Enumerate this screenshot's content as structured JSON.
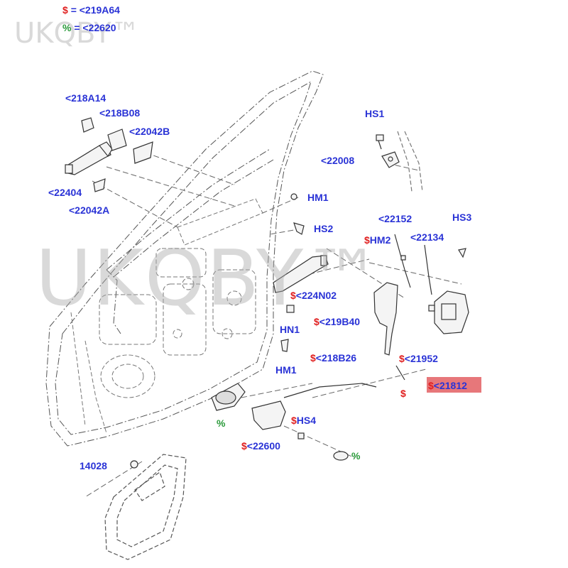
{
  "legend": {
    "dollar_symbol": "$",
    "dollar_text": "= <219A64",
    "pct_symbol": "%",
    "pct_text": "= <22620"
  },
  "watermark": {
    "small": "UKQBY™",
    "large": "UKQBY™"
  },
  "symbols": {
    "dollar": "$",
    "pct": "%"
  },
  "colors": {
    "label_blue": "#2a33d6",
    "symbol_red": "#e02020",
    "symbol_green": "#2a9a3a",
    "highlight": "#e7777a"
  },
  "labels": {
    "l218A14": "<218A14",
    "l218B08": "<218B08",
    "l22042B": "<22042B",
    "l22404": "<22404",
    "l22042A": "<22042A",
    "HS1": "HS1",
    "l22008": "<22008",
    "HM1a": "HM1",
    "HS2": "HS2",
    "l22152": "<22152",
    "HS3": "HS3",
    "HM2": "HM2",
    "l22134": "<22134",
    "l224N02": "<224N02",
    "HN1": "HN1",
    "l219B40": "<219B40",
    "HM1b": "HM1",
    "l218B26": "<218B26",
    "l21952": "<21952",
    "l21812": "<21812",
    "HS4": "HS4",
    "l22600": "<22600",
    "n14028": "14028"
  }
}
